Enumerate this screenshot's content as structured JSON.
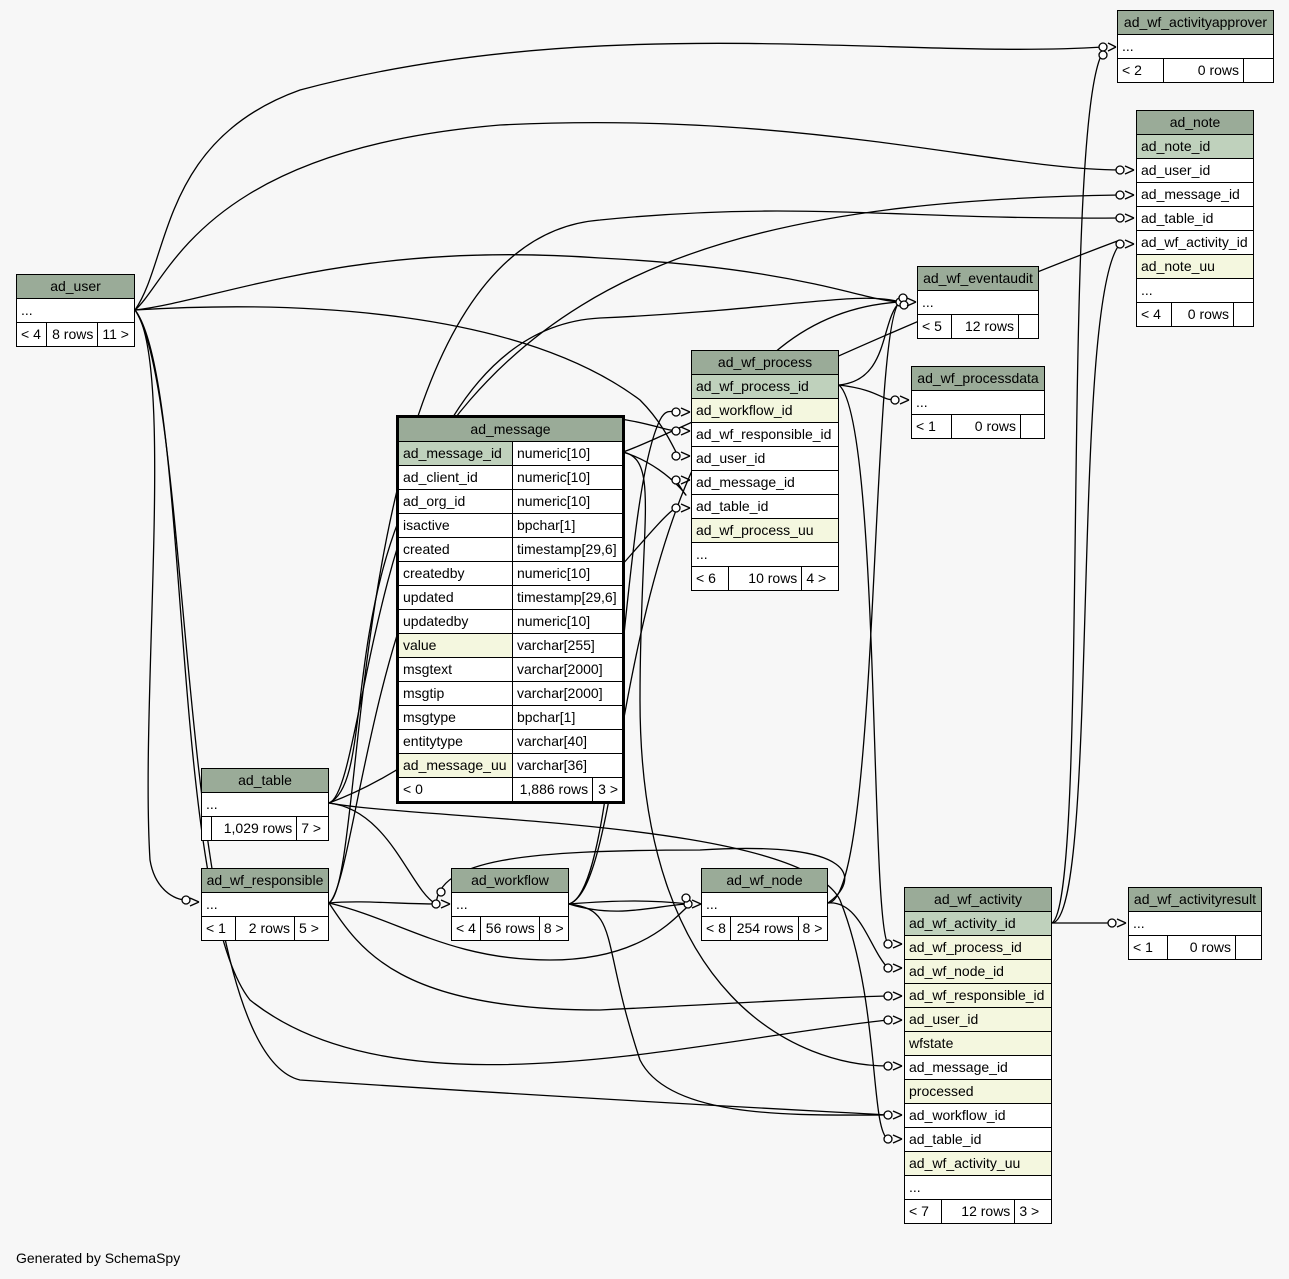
{
  "footer": "Generated by SchemaSpy",
  "tables": {
    "ad_user": {
      "name": "ad_user",
      "cols": [
        "..."
      ],
      "foot": [
        "< 4",
        "8 rows",
        "11 >"
      ]
    },
    "ad_table": {
      "name": "ad_table",
      "cols": [
        "..."
      ],
      "foot": [
        "",
        "1,029 rows",
        "7 >"
      ]
    },
    "ad_wf_responsible": {
      "name": "ad_wf_responsible",
      "cols": [
        "..."
      ],
      "foot": [
        "< 1",
        "2 rows",
        "5 >"
      ]
    },
    "ad_workflow": {
      "name": "ad_workflow",
      "cols": [
        "..."
      ],
      "foot": [
        "< 4",
        "56 rows",
        "8 >"
      ]
    },
    "ad_wf_node": {
      "name": "ad_wf_node",
      "cols": [
        "..."
      ],
      "foot": [
        "< 8",
        "254 rows",
        "8 >"
      ]
    },
    "ad_wf_process": {
      "name": "ad_wf_process",
      "cols": [
        "ad_wf_process_id",
        "ad_workflow_id",
        "ad_wf_responsible_id",
        "ad_user_id",
        "ad_message_id",
        "ad_table_id",
        "ad_wf_process_uu",
        "..."
      ],
      "foot": [
        "< 6",
        "10 rows",
        "4 >"
      ]
    },
    "ad_wf_processdata": {
      "name": "ad_wf_processdata",
      "cols": [
        "..."
      ],
      "foot": [
        "< 1",
        "0 rows",
        ""
      ]
    },
    "ad_wf_eventaudit": {
      "name": "ad_wf_eventaudit",
      "cols": [
        "..."
      ],
      "foot": [
        "< 5",
        "12 rows",
        ""
      ]
    },
    "ad_wf_activityapprover": {
      "name": "ad_wf_activityapprover",
      "cols": [
        "..."
      ],
      "foot": [
        "< 2",
        "0 rows",
        ""
      ]
    },
    "ad_note": {
      "name": "ad_note",
      "cols": [
        "ad_note_id",
        "ad_user_id",
        "ad_message_id",
        "ad_table_id",
        "ad_wf_activity_id",
        "ad_note_uu",
        "..."
      ],
      "foot": [
        "< 4",
        "0 rows",
        ""
      ]
    },
    "ad_wf_activityresult": {
      "name": "ad_wf_activityresult",
      "cols": [
        "..."
      ],
      "foot": [
        "< 1",
        "0 rows",
        ""
      ]
    },
    "ad_wf_activity": {
      "name": "ad_wf_activity",
      "cols": [
        "ad_wf_activity_id",
        "ad_wf_process_id",
        "ad_wf_node_id",
        "ad_wf_responsible_id",
        "ad_user_id",
        "wfstate",
        "ad_message_id",
        "processed",
        "ad_workflow_id",
        "ad_table_id",
        "ad_wf_activity_uu",
        "..."
      ],
      "foot": [
        "< 7",
        "12 rows",
        "3 >"
      ]
    },
    "ad_message": {
      "name": "ad_message",
      "cols": [
        [
          "ad_message_id",
          "numeric[10]"
        ],
        [
          "ad_client_id",
          "numeric[10]"
        ],
        [
          "ad_org_id",
          "numeric[10]"
        ],
        [
          "isactive",
          "bpchar[1]"
        ],
        [
          "created",
          "timestamp[29,6]"
        ],
        [
          "createdby",
          "numeric[10]"
        ],
        [
          "updated",
          "timestamp[29,6]"
        ],
        [
          "updatedby",
          "numeric[10]"
        ],
        [
          "value",
          "varchar[255]"
        ],
        [
          "msgtext",
          "varchar[2000]"
        ],
        [
          "msgtip",
          "varchar[2000]"
        ],
        [
          "msgtype",
          "bpchar[1]"
        ],
        [
          "entitytype",
          "varchar[40]"
        ],
        [
          "ad_message_uu",
          "varchar[36]"
        ]
      ],
      "foot": [
        "< 0",
        "1,886 rows",
        "3 >"
      ]
    }
  },
  "colors": {
    "header": "#9aab98",
    "primary_key": "#bfd1bc",
    "indexed": "#f4f7df",
    "background": "#f7f7f7"
  }
}
